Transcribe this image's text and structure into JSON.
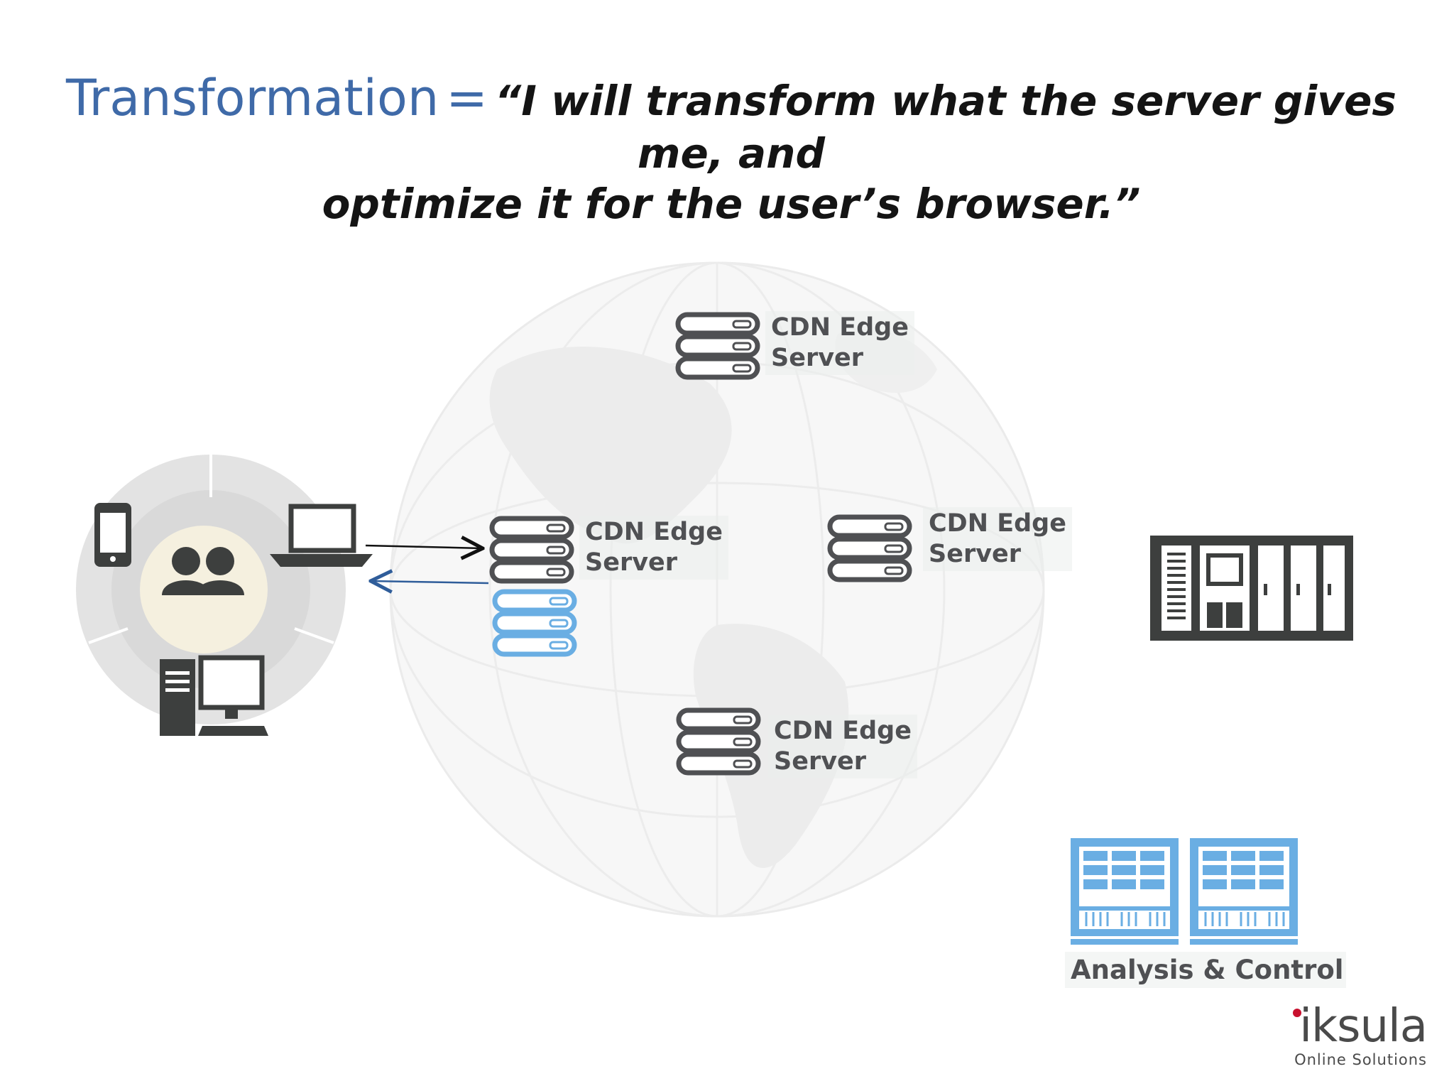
{
  "title": {
    "keyword": "Transformation",
    "equals": "=",
    "quote_line1": "“I will transform what the server gives me, and",
    "quote_line2": "optimize it for the user’s browser.”"
  },
  "edge_servers": [
    {
      "line1": "CDN Edge",
      "line2": "Server"
    },
    {
      "line1": "CDN Edge",
      "line2": "Server"
    },
    {
      "line1": "CDN Edge",
      "line2": "Server"
    },
    {
      "line1": "CDN Edge",
      "line2": "Server"
    }
  ],
  "analysis_label": "Analysis & Control",
  "brand": {
    "name": "iksula",
    "tagline": "Online Solutions"
  },
  "icons": [
    "users-icon",
    "smartphone-icon",
    "laptop-icon",
    "desktop-computer-icon",
    "server-stack-icon",
    "origin-server-icon",
    "analysis-rack-icon",
    "globe-icon"
  ],
  "colors": {
    "title_blue": "#3f6aa8",
    "server_gray": "#4f5053",
    "highlight_blue": "#6aaee3",
    "dark_gray": "#3d3f3e"
  }
}
